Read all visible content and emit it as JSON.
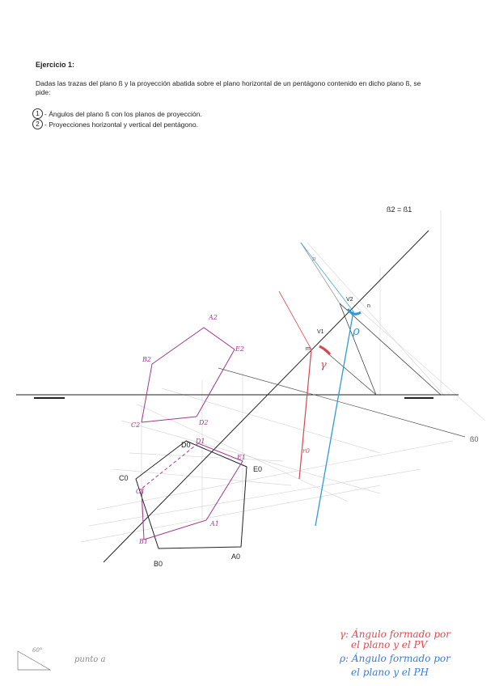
{
  "exercise": {
    "title": "Ejercicio 1:",
    "statement": "Dadas las trazas del plano ß y la proyección abatida sobre el plano horizontal de un pentágono contenido en dicho plano ß, se pide:",
    "tasks": [
      {
        "num": "1",
        "text": "- Ángulos del plano ß con los planos de proyección."
      },
      {
        "num": "2",
        "text": "- Proyecciones horizontal y vertical del pentágono."
      }
    ]
  },
  "labels": {
    "beta_trace": "ß2 = ß1",
    "beta_0": "ß0",
    "A0": "A0",
    "B0": "B0",
    "C0": "C0",
    "D0": "D0",
    "E0": "E0",
    "A1": "A1",
    "B1": "B1",
    "C1": "C1",
    "D1": "D1",
    "E1": "E1",
    "A2": "A2",
    "B2": "B2",
    "C2": "C2",
    "D2": "D2",
    "E2": "E2",
    "gamma": "γ",
    "rho": "ρ",
    "r0": "r0",
    "v2": "V2",
    "v1": "V1",
    "m": "m",
    "n": "n",
    "p": "p"
  },
  "legend": {
    "gamma_line1": "γ: Ángulo formado por",
    "gamma_line2": "el plano y el PV",
    "rho_line1": "ρ: Ángulo formado por",
    "rho_line2": "el plano y el PH"
  },
  "footnote": {
    "angle": "60°",
    "note": "punto a"
  },
  "colors": {
    "ink": "#222222",
    "purple": "#a0388f",
    "red": "#d8474f",
    "blue": "#2e9bd6",
    "construction": "#cfcfcf"
  }
}
